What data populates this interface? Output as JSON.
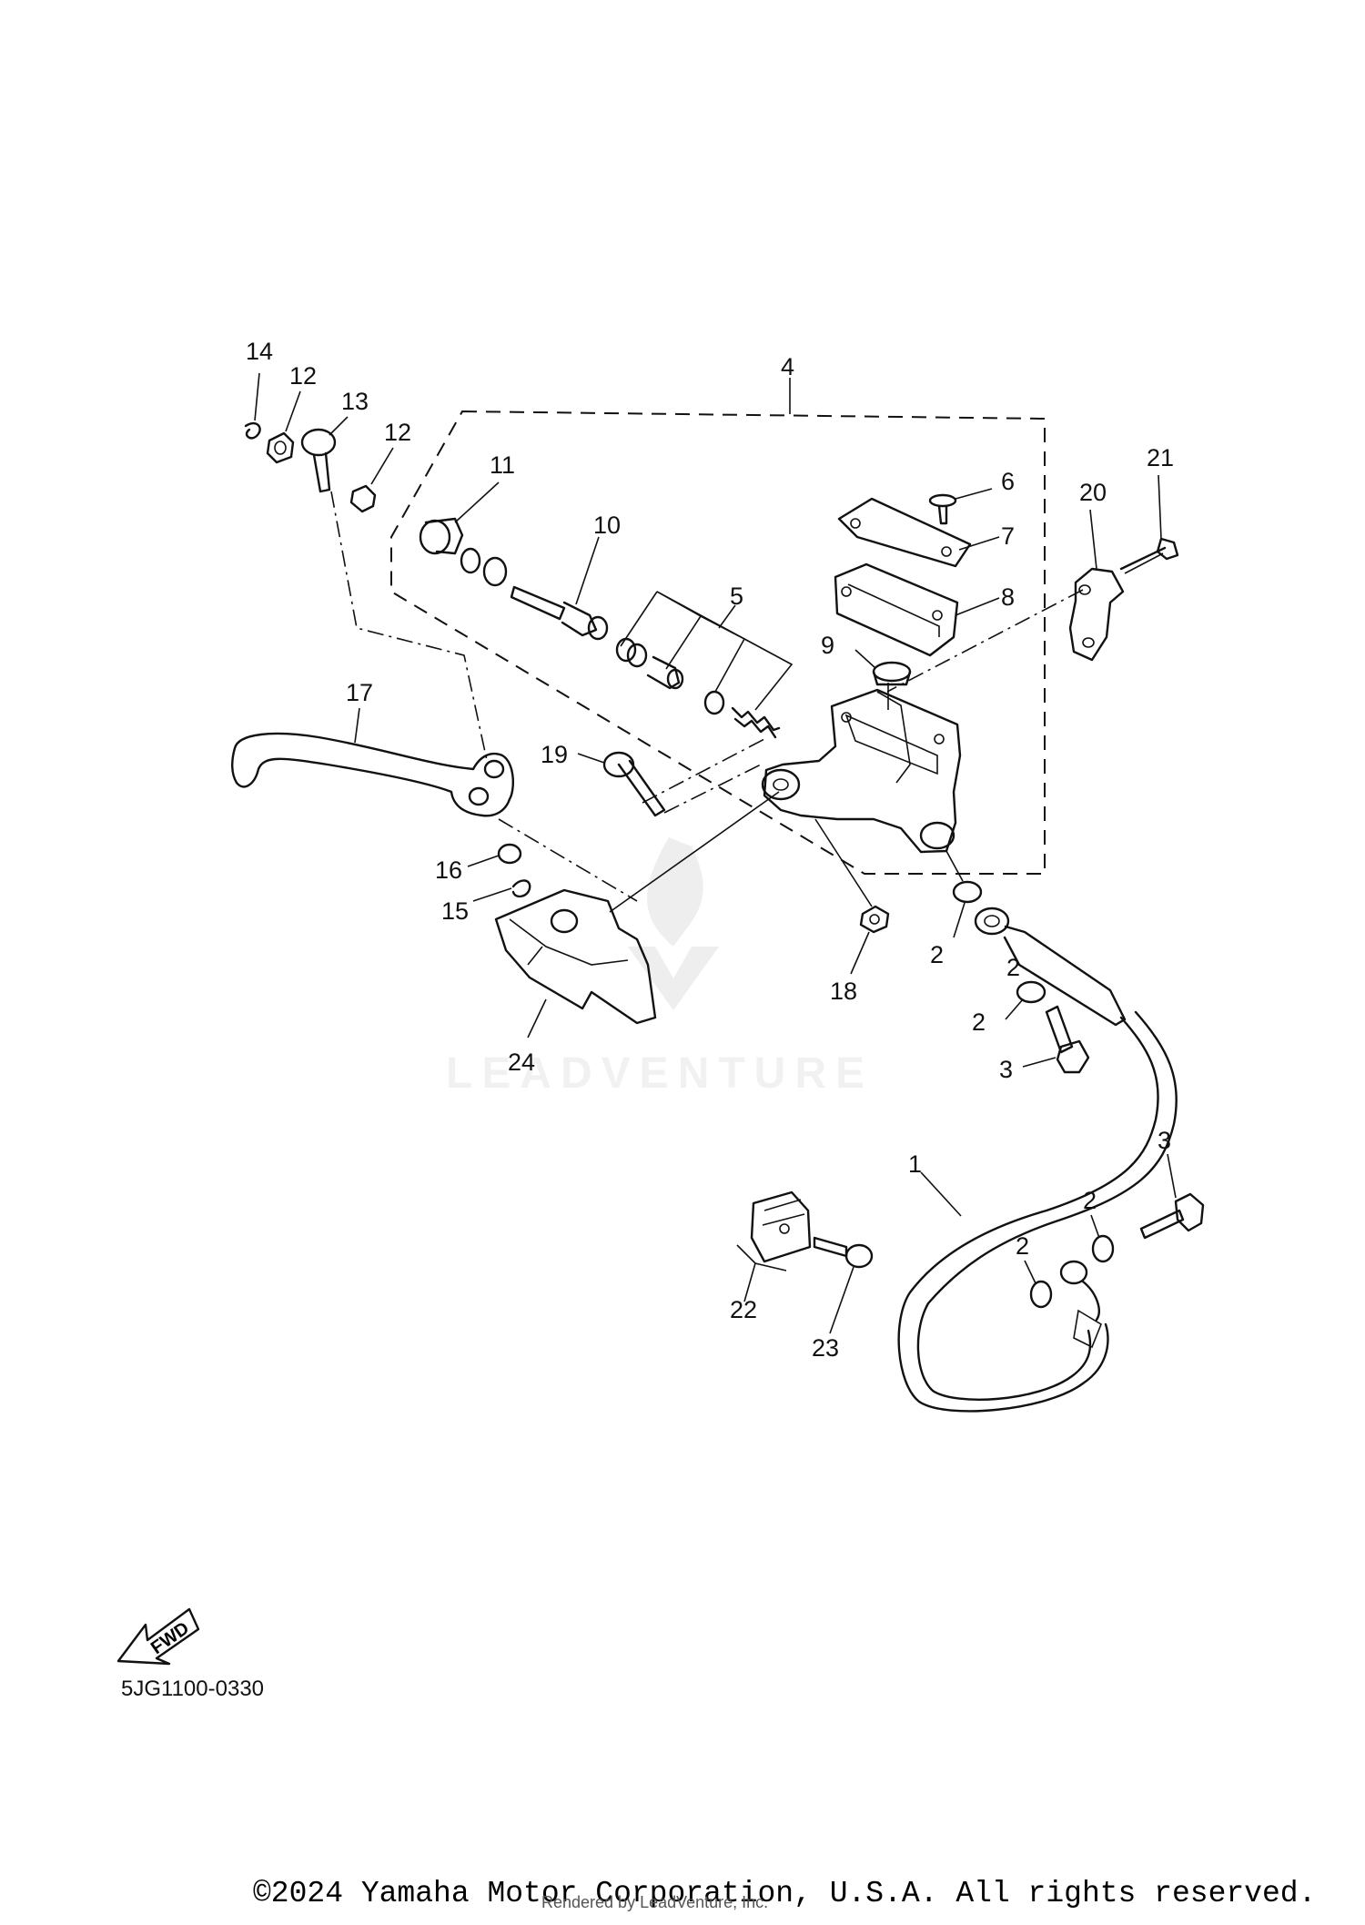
{
  "diagram": {
    "callouts": [
      "1",
      "2",
      "2",
      "2",
      "2",
      "2",
      "3",
      "3",
      "4",
      "5",
      "6",
      "7",
      "8",
      "9",
      "10",
      "11",
      "12",
      "12",
      "13",
      "14",
      "15",
      "16",
      "17",
      "18",
      "19",
      "20",
      "21",
      "22",
      "23",
      "24"
    ],
    "fwd_label": "FWD",
    "diagram_code": "5JG1100-0330",
    "watermark": "LEADVENTURE"
  },
  "footer": {
    "copyright": "©2024 Yamaha Motor Corporation, U.S.A. All rights reserved.",
    "rendered_by": "Rendered by LeadVenture, Inc."
  }
}
